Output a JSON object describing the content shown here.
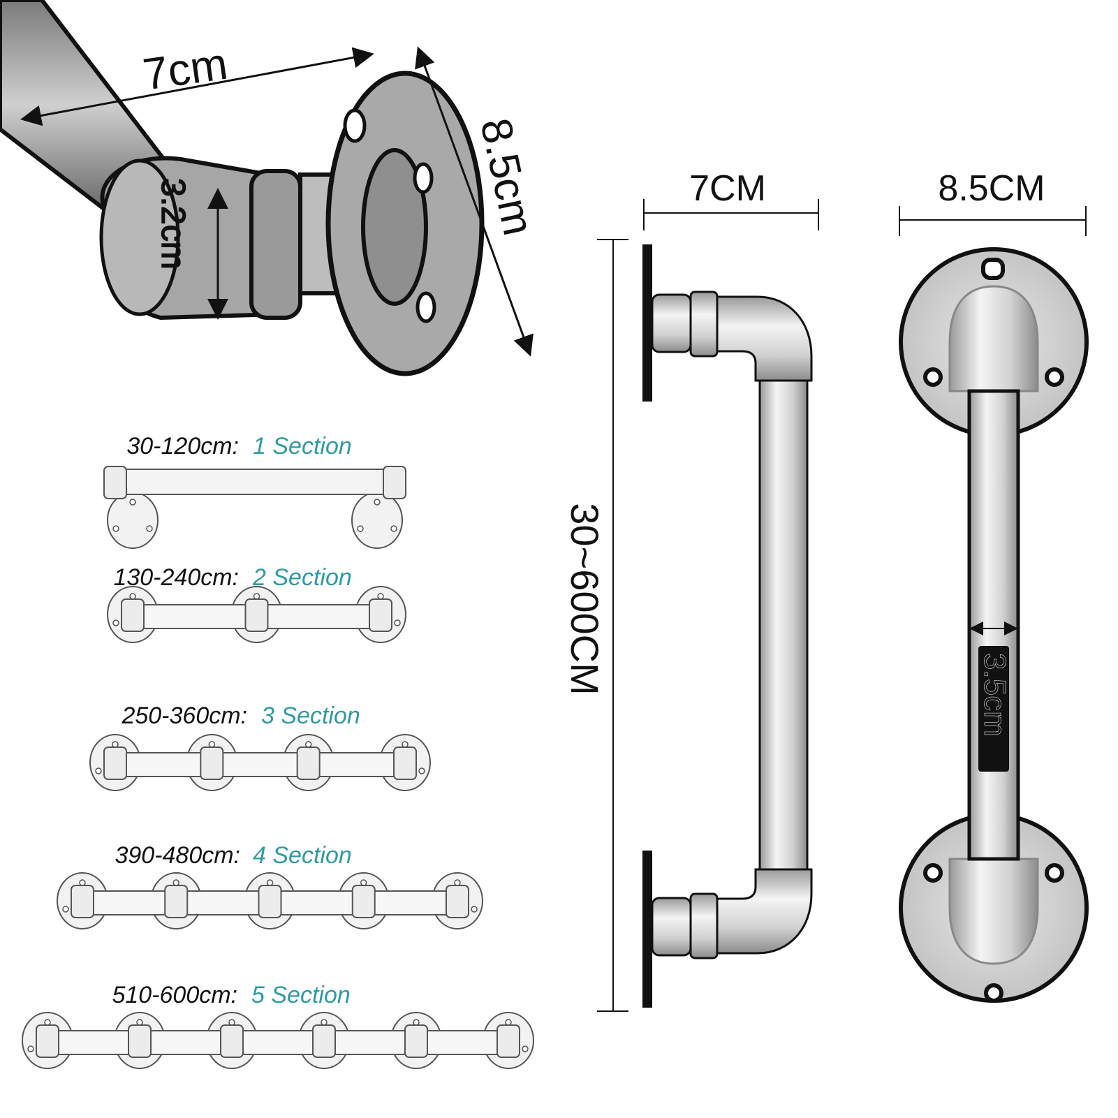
{
  "colors": {
    "accent": "#2e9aa3",
    "ink": "#111111",
    "metal_light": "#eeeeee",
    "metal_mid": "#cfcfcf",
    "metal_dark": "#8a8a8a"
  },
  "closeup": {
    "length_label": "7cm",
    "flange_label": "8.5cm",
    "pipe_label": "3.2cm"
  },
  "side_view": {
    "depth_label": "7CM",
    "length_label": "30~600CM"
  },
  "front_view": {
    "flange_label": "8.5CM",
    "pipe_label": "3.5cm"
  },
  "sections": [
    {
      "range": "30-120cm:",
      "label": "1 Section",
      "flanges": 2
    },
    {
      "range": "130-240cm:",
      "label": "2 Section",
      "flanges": 3
    },
    {
      "range": "250-360cm:",
      "label": "3 Section",
      "flanges": 4
    },
    {
      "range": "390-480cm:",
      "label": "4 Section",
      "flanges": 5
    },
    {
      "range": "510-600cm:",
      "label": "5 Section",
      "flanges": 6
    }
  ]
}
